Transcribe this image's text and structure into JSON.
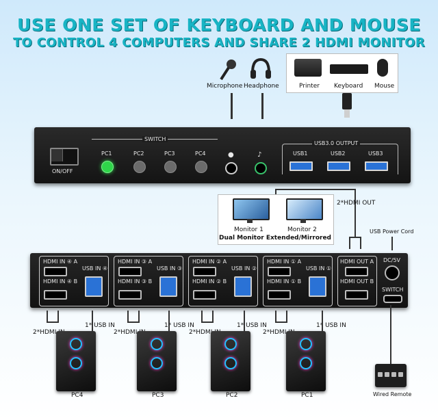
{
  "title_line1": "USE ONE SET OF KEYBOARD AND MOUSE",
  "title_line2": "TO CONTROL 4 COMPUTERS AND SHARE 2 HDMI MONITOR",
  "peripherals": {
    "microphone": "Microphone",
    "headphone": "Headphone",
    "printer": "Printer",
    "keyboard": "Keyboard",
    "mouse": "Mouse"
  },
  "front_panel": {
    "power_label": "ON/OFF",
    "switch_label": "SWITCH",
    "pcs": [
      "PC1",
      "PC2",
      "PC3",
      "PC4"
    ],
    "usb_output_label": "USB3.0 OUTPUT",
    "usb_ports": [
      "USB1",
      "USB2",
      "USB3"
    ]
  },
  "monitors": {
    "monitor1": "Monitor 1",
    "monitor2": "Monitor 2",
    "mode": "Dual Monitor Extended/Mirrored",
    "hdmi_out": "2*HDMI OUT"
  },
  "power_cord": "USB Power Cord",
  "back_panel": {
    "groups": [
      {
        "hdmi_a": "HDMI IN ④ A",
        "hdmi_b": "HDMI IN ④ B",
        "usb": "USB IN ④"
      },
      {
        "hdmi_a": "HDMI IN ③ A",
        "hdmi_b": "HDMI IN ③ B",
        "usb": "USB IN ③"
      },
      {
        "hdmi_a": "HDMI IN ② A",
        "hdmi_b": "HDMI IN ② B",
        "usb": "USB IN ②"
      },
      {
        "hdmi_a": "HDMI IN ① A",
        "hdmi_b": "HDMI IN ① B",
        "usb": "USB IN ①"
      }
    ],
    "hdmi_out_a": "HDMI OUT A",
    "hdmi_out_b": "HDMI OUT B",
    "dc": "DC/5V",
    "switch": "SWITCH"
  },
  "connections": {
    "hdmi_in": "2*HDMI IN",
    "usb_in": "1* USB IN"
  },
  "computers": [
    "PC4",
    "PC3",
    "PC2",
    "PC1"
  ],
  "wired_remote": "Wired Remote"
}
